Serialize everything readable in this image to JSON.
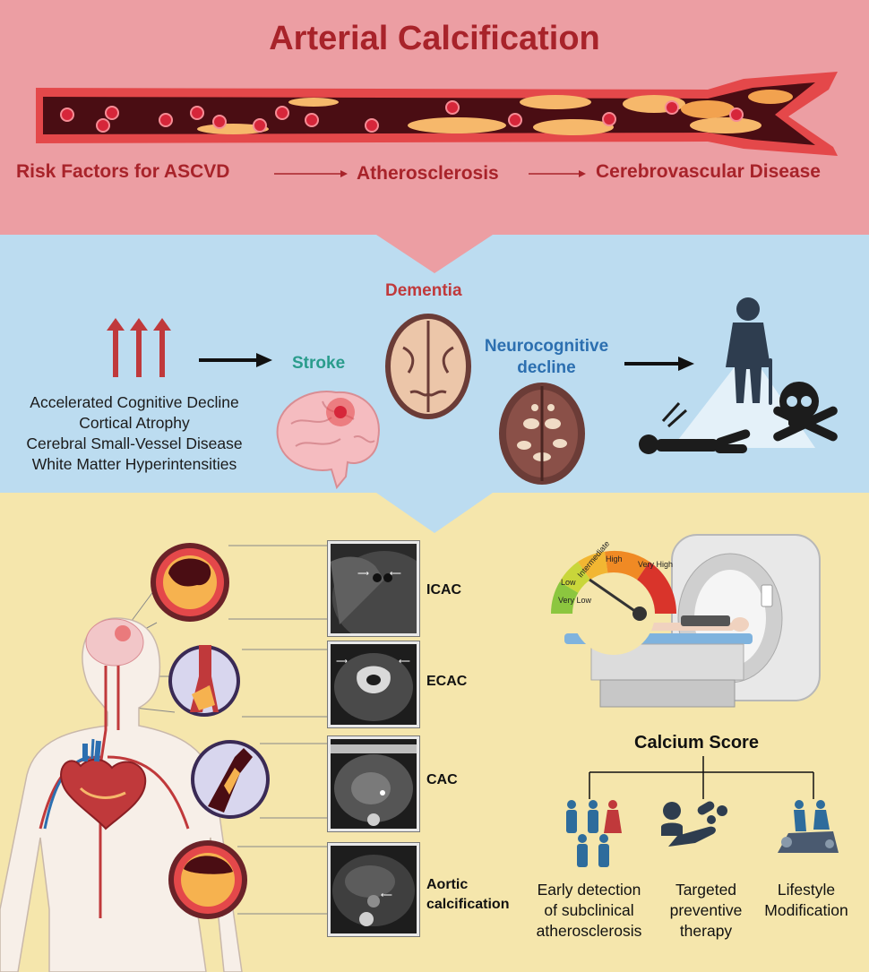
{
  "title": "Arterial Calcification",
  "flow": {
    "step1": "Risk Factors for ASCVD",
    "step2": "Atherosclerosis",
    "step3": "Cerebrovascular Disease"
  },
  "outcomes": {
    "stroke": "Stroke",
    "dementia": "Dementia",
    "neuro_line1": "Neurocognitive",
    "neuro_line2": "decline",
    "effects": [
      "Accelerated Cognitive Decline",
      "Cortical Atrophy",
      "Cerebral Small-Vessel Disease",
      "White Matter Hyperintensities"
    ]
  },
  "calcification_sites": [
    {
      "label": "ICAC"
    },
    {
      "label": "ECAC"
    },
    {
      "label": "CAC"
    },
    {
      "label_line1": "Aortic",
      "label_line2": "calcification"
    }
  ],
  "gauge": {
    "levels": [
      "Very Low",
      "Low",
      "Intermediate",
      "High",
      "Very High"
    ],
    "colors": [
      "#8cc63f",
      "#c9d63a",
      "#f2b632",
      "#f08a24",
      "#d9342b"
    ]
  },
  "calcium_score": {
    "title": "Calcium Score",
    "uses": [
      {
        "lines": [
          "Early detection",
          "of subclinical",
          "atherosclerosis"
        ]
      },
      {
        "lines": [
          "Targeted",
          "preventive",
          "therapy"
        ]
      },
      {
        "lines": [
          "Lifestyle",
          "Modification"
        ]
      }
    ]
  },
  "colors": {
    "top_band": "#ec9ea3",
    "middle_band": "#bcdcf0",
    "bottom_band": "#f5e6ac",
    "title_red": "#a8232a"
  }
}
